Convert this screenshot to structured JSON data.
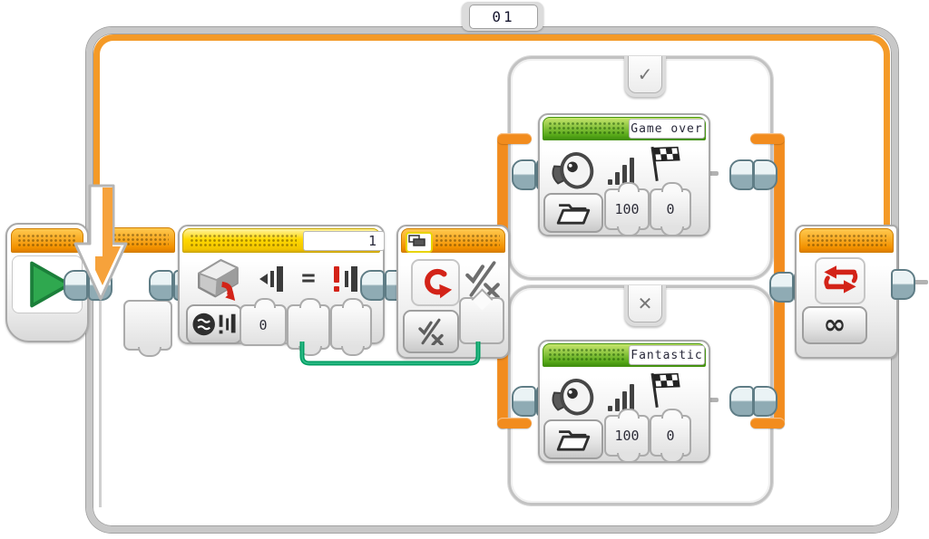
{
  "colors": {
    "loop_border_gray": "#c8c8c8",
    "sequence_orange": "#F49A27",
    "rail_orange": "#F28C1E",
    "header_orange": "#F39200",
    "header_yellow": "#FFD800",
    "header_green": "#57A718",
    "wire_logic_green": "#009E62",
    "icon_red": "#D32318",
    "play_green": "#2FA84F",
    "connector_slate": "#8FABB4"
  },
  "loop_block": {
    "index_label": "01",
    "end_mode_value": "∞"
  },
  "compare_block": {
    "set_value": "1",
    "operator": "=",
    "threshold_value": "0"
  },
  "switch_block": {
    "true_tab_symbol": "✓",
    "false_tab_symbol": "✕"
  },
  "sound_blocks": [
    {
      "file_label": "Game over",
      "volume": "100",
      "play_type": "0"
    },
    {
      "file_label": "Fantastic",
      "volume": "100",
      "play_type": "0"
    }
  ],
  "icons": [
    "start-play-icon",
    "loop-entry-arrow-icon",
    "touch-sensor-icon",
    "measured-value-icon",
    "equals-operator",
    "compare-result-icon",
    "compare-mode-icon",
    "switch-icon",
    "logic-mode-icon",
    "tabbed-view-toggle-icon",
    "check-icon",
    "cross-icon",
    "speaker-icon",
    "volume-bars-icon",
    "play-type-flag-icon",
    "file-folder-icon",
    "loop-end-arrows-icon",
    "infinity-icon"
  ]
}
